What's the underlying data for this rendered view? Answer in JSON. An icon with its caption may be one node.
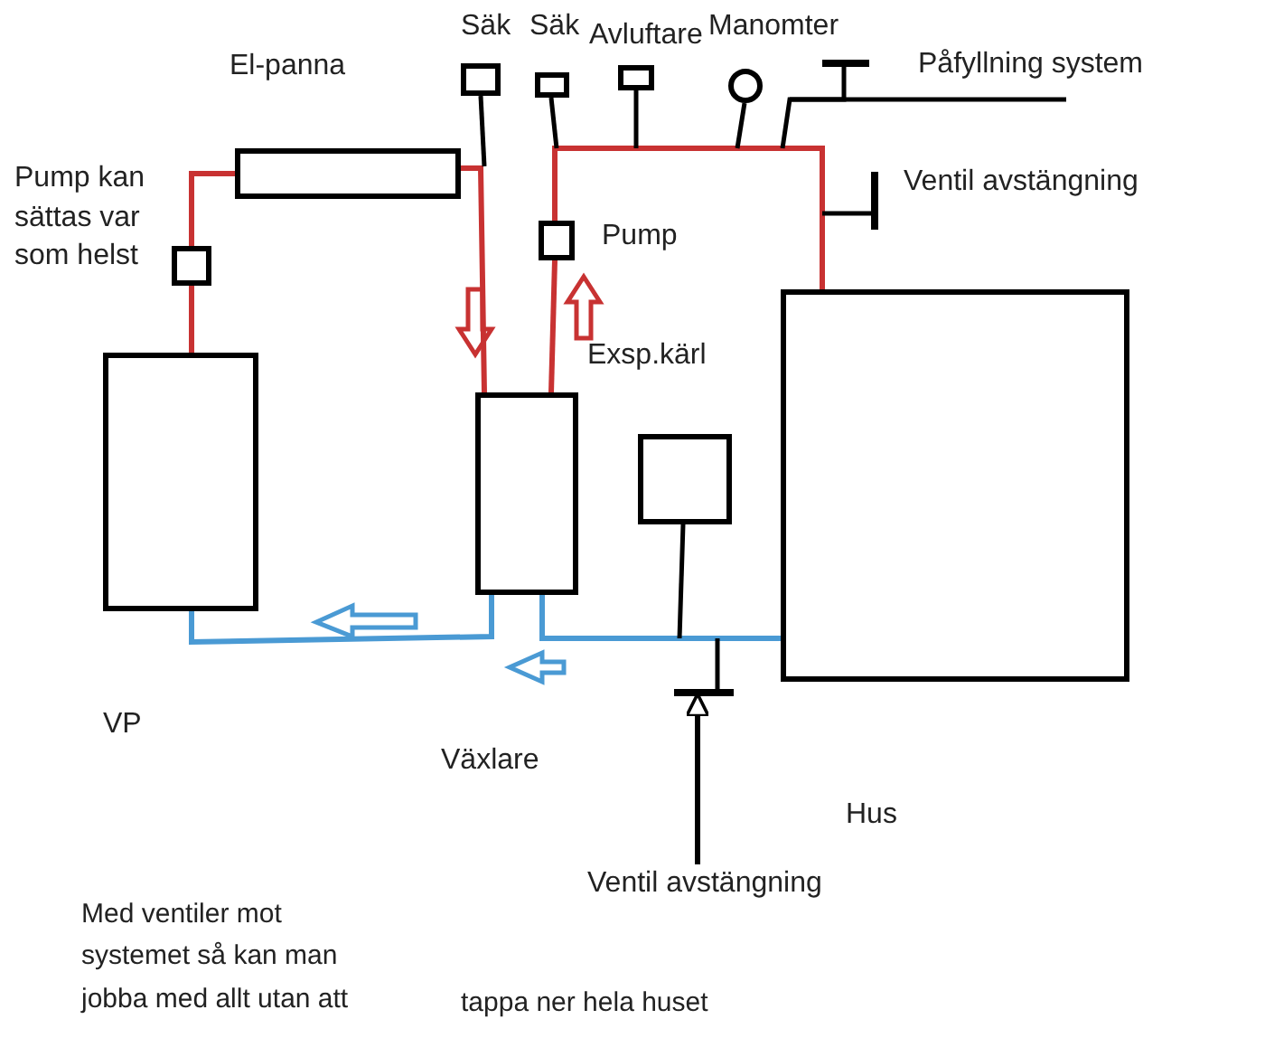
{
  "diagram": {
    "nodes": [
      {
        "text": [],
        "shape": "box",
        "beside": [
          "El-panna"
        ]
      },
      {
        "text": [],
        "shape": "box",
        "beside": [
          "Pump kan sättas var som helst"
        ]
      },
      {
        "text": [],
        "shape": "box",
        "beside": [
          "VP"
        ]
      },
      {
        "text": [],
        "shape": "box",
        "beside": [
          "Säk"
        ]
      },
      {
        "text": [],
        "shape": "box",
        "beside": [
          "Säk"
        ]
      },
      {
        "text": [],
        "shape": "box",
        "beside": [
          "Avluftare"
        ]
      },
      {
        "text": [],
        "shape": "circle",
        "beside": [
          "Manomter"
        ]
      },
      {
        "text": [],
        "shape": "box",
        "beside": [
          "Pump"
        ]
      },
      {
        "text": [],
        "shape": "box"
      },
      {
        "text": [],
        "shape": "box"
      },
      {
        "text": [],
        "shape": "box"
      },
      {
        "text": [],
        "shape": "valve",
        "beside": [
          "Ventil avstängning"
        ]
      },
      {
        "text": [],
        "shape": "valve",
        "beside": [
          "Påfyllning system"
        ]
      },
      {
        "text": [],
        "shape": "valve"
      },
      {
        "text": [
          "Ventil avstängning"
        ]
      }
    ],
    "edges": [
      {
        "from": 2,
        "to": 1,
        "arrow": "none",
        "color": "#c83232"
      },
      {
        "from": 1,
        "to": 0,
        "arrow": "none",
        "color": "#c83232"
      },
      {
        "from": 0,
        "to": 8,
        "arrow": "none",
        "color": "#c83232"
      },
      {
        "from": 8,
        "to": 7,
        "arrow": "none",
        "color": "#c83232"
      },
      {
        "from": 7,
        "to": 10,
        "arrow": "none",
        "color": "#c83232"
      },
      {
        "from": 10,
        "to": 8,
        "arrow": "none",
        "color": "#4a9ad4"
      },
      {
        "from": 8,
        "to": 2,
        "arrow": "none",
        "color": "#4a9ad4"
      },
      {
        "from": 3,
        "to": null,
        "arrow": "none"
      },
      {
        "from": 4,
        "to": null,
        "arrow": "none"
      },
      {
        "from": 5,
        "to": null,
        "arrow": "none"
      },
      {
        "from": 6,
        "to": null,
        "arrow": "none"
      },
      {
        "from": 12,
        "to": null,
        "arrow": "none"
      },
      {
        "from": 11,
        "to": null,
        "arrow": "none"
      },
      {
        "from": 9,
        "to": null,
        "arrow": "none"
      },
      {
        "from": 13,
        "to": null,
        "arrow": "none"
      },
      {
        "from": 14,
        "to": 13,
        "arrow": "to"
      }
    ],
    "labels": [
      "Exsp.kärl",
      "Växlare",
      "Hus",
      "Med ventiler mot systemet så kan man jobba med allt utan att",
      "tappa ner hela huset"
    ]
  }
}
